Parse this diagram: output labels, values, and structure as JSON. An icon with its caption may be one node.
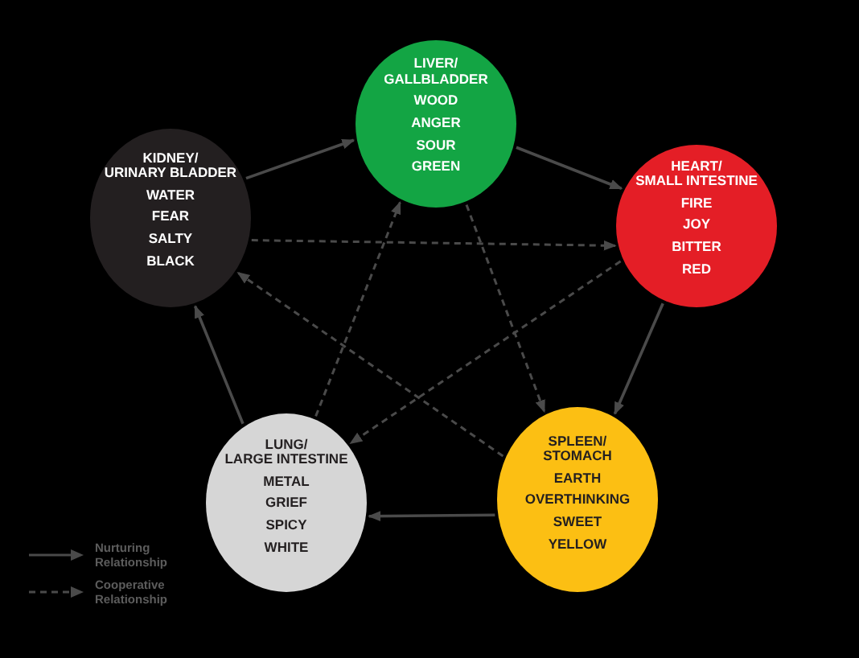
{
  "diagram": {
    "nodes": [
      {
        "text": [
          "LIVER/ GALLBLADDER",
          "WOOD",
          "ANGER",
          "SOUR",
          "GREEN"
        ]
      },
      {
        "text": [
          "KIDNEY/ URINARY BLADDER",
          "WATER",
          "FEAR",
          "SALTY",
          "BLACK"
        ]
      },
      {
        "text": [
          "HEART/ SMALL INTESTINE",
          "FIRE",
          "JOY",
          "BITTER",
          "RED"
        ]
      },
      {
        "text": [
          "LUNG/ LARGE INTESTINE",
          "METAL",
          "GRIEF",
          "SPICY",
          "WHITE"
        ]
      },
      {
        "text": [
          "SPLEEN/ STOMACH",
          "EARTH",
          "OVERTHINKING",
          "SWEET",
          "YELLOW"
        ]
      }
    ],
    "edges": [
      {
        "from": 1,
        "to": 0,
        "arrow": "to"
      },
      {
        "from": 0,
        "to": 2,
        "arrow": "to"
      },
      {
        "from": 2,
        "to": 4,
        "arrow": "to"
      },
      {
        "from": 4,
        "to": 3,
        "arrow": "to"
      },
      {
        "from": 3,
        "to": 1,
        "arrow": "to"
      },
      {
        "from": 1,
        "to": 2,
        "arrow": "to",
        "style": "dashed"
      },
      {
        "from": 2,
        "to": 3,
        "arrow": "to",
        "style": "dashed"
      },
      {
        "from": 3,
        "to": 0,
        "arrow": "to",
        "style": "dashed"
      },
      {
        "from": 0,
        "to": 4,
        "arrow": "to",
        "style": "dashed"
      },
      {
        "from": 4,
        "to": 1,
        "arrow": "to",
        "style": "dashed"
      }
    ],
    "legend": [
      {
        "text": "Nurturing Relationship"
      },
      {
        "text": "Cooperative Relationship"
      }
    ]
  }
}
